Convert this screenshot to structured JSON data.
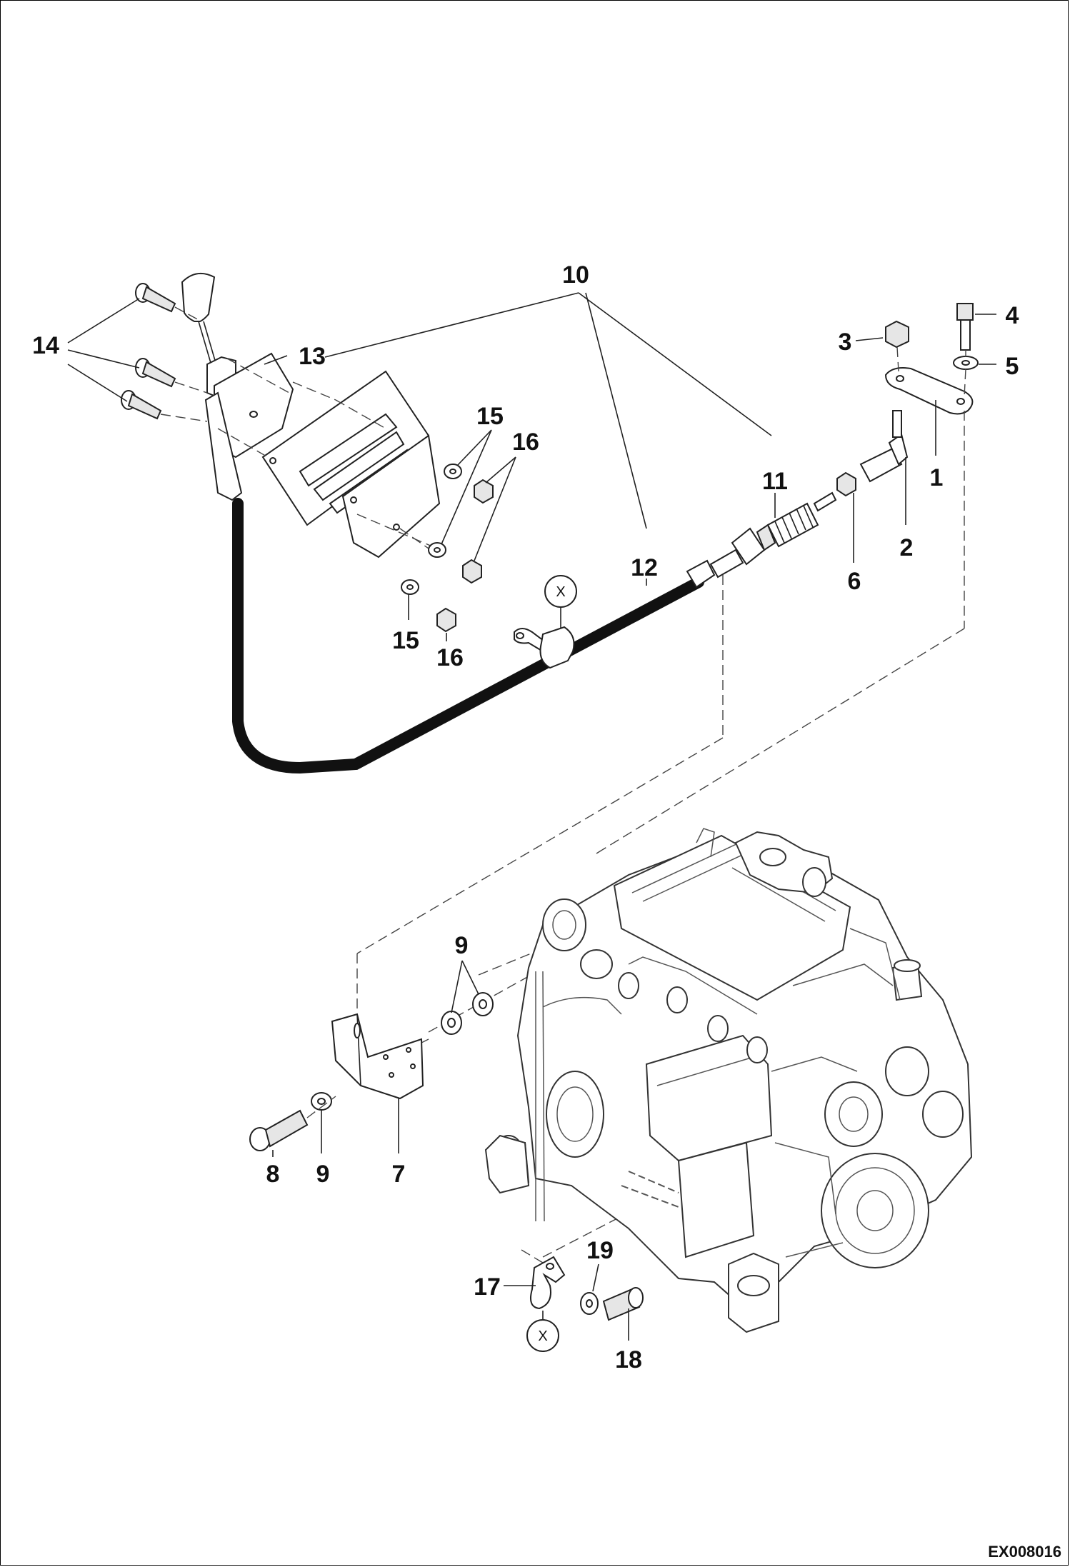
{
  "diagram": {
    "code": "EX008016",
    "reference_symbol": "X",
    "callouts": [
      "1",
      "2",
      "3",
      "4",
      "5",
      "6",
      "7",
      "8",
      "9",
      "10",
      "11",
      "12",
      "13",
      "14",
      "15",
      "16",
      "17",
      "18",
      "19"
    ]
  }
}
